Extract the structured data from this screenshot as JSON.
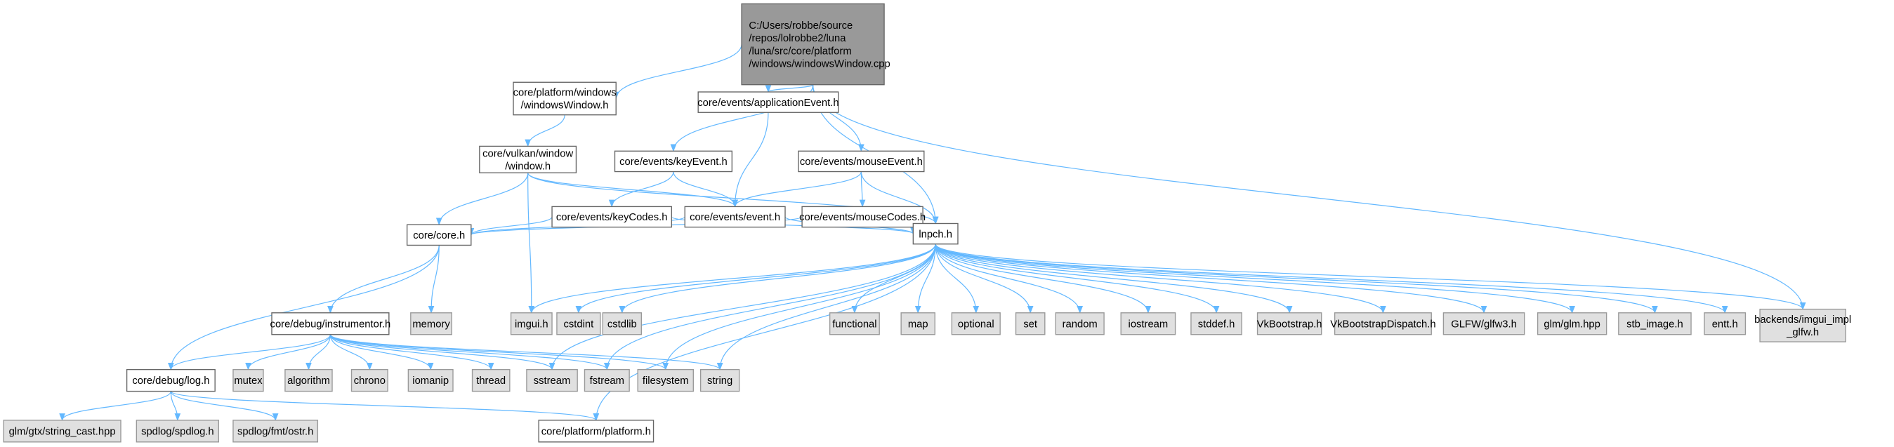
{
  "title": "C:/Users/robbe/source/repos/lolrobbe2/luna/luna/src/core/platform/windows/windowsWindow.cpp",
  "colors": {
    "edge": "#63b8ff",
    "root_fill": "#999999",
    "system_fill": "#e0e0e0",
    "project_fill": "#ffffff"
  },
  "nodes": [
    {
      "id": "root",
      "kind": "root",
      "lines": [
        "C:/Users/robbe/source",
        "/repos/lolrobbe2/luna",
        "/luna/src/core/platform",
        "/windows/windowsWindow.cpp"
      ]
    },
    {
      "id": "winh",
      "kind": "project",
      "lines": [
        "core/platform/windows",
        "/windowsWindow.h"
      ]
    },
    {
      "id": "appev",
      "kind": "project",
      "lines": [
        "core/events/applicationEvent.h"
      ]
    },
    {
      "id": "window",
      "kind": "project",
      "lines": [
        "core/vulkan/window",
        "/window.h"
      ]
    },
    {
      "id": "keyev",
      "kind": "project",
      "lines": [
        "core/events/keyEvent.h"
      ]
    },
    {
      "id": "mouseev",
      "kind": "project",
      "lines": [
        "core/events/mouseEvent.h"
      ]
    },
    {
      "id": "keycodes",
      "kind": "project",
      "lines": [
        "core/events/keyCodes.h"
      ]
    },
    {
      "id": "event",
      "kind": "project",
      "lines": [
        "core/events/event.h"
      ]
    },
    {
      "id": "mousecodes",
      "kind": "project",
      "lines": [
        "core/events/mouseCodes.h"
      ]
    },
    {
      "id": "core",
      "kind": "project",
      "lines": [
        "core/core.h"
      ]
    },
    {
      "id": "lnpch",
      "kind": "project",
      "lines": [
        "lnpch.h"
      ]
    },
    {
      "id": "instr",
      "kind": "project",
      "lines": [
        "core/debug/instrumentor.h"
      ]
    },
    {
      "id": "memory",
      "kind": "system",
      "lines": [
        "memory"
      ]
    },
    {
      "id": "imgui",
      "kind": "system",
      "lines": [
        "imgui.h"
      ]
    },
    {
      "id": "cstdint",
      "kind": "system",
      "lines": [
        "cstdint"
      ]
    },
    {
      "id": "cstdlib",
      "kind": "system",
      "lines": [
        "cstdlib"
      ]
    },
    {
      "id": "functional",
      "kind": "system",
      "lines": [
        "functional"
      ]
    },
    {
      "id": "map",
      "kind": "system",
      "lines": [
        "map"
      ]
    },
    {
      "id": "optional",
      "kind": "system",
      "lines": [
        "optional"
      ]
    },
    {
      "id": "set",
      "kind": "system",
      "lines": [
        "set"
      ]
    },
    {
      "id": "random",
      "kind": "system",
      "lines": [
        "random"
      ]
    },
    {
      "id": "iostream",
      "kind": "system",
      "lines": [
        "iostream"
      ]
    },
    {
      "id": "stddef",
      "kind": "system",
      "lines": [
        "stddef.h"
      ]
    },
    {
      "id": "vkb",
      "kind": "system",
      "lines": [
        "VkBootstrap.h"
      ]
    },
    {
      "id": "vkbd",
      "kind": "system",
      "lines": [
        "VkBootstrapDispatch.h"
      ]
    },
    {
      "id": "glfw",
      "kind": "system",
      "lines": [
        "GLFW/glfw3.h"
      ]
    },
    {
      "id": "glm",
      "kind": "system",
      "lines": [
        "glm/glm.hpp"
      ]
    },
    {
      "id": "stb",
      "kind": "system",
      "lines": [
        "stb_image.h"
      ]
    },
    {
      "id": "entt",
      "kind": "system",
      "lines": [
        "entt.h"
      ]
    },
    {
      "id": "backends",
      "kind": "system",
      "lines": [
        "backends/imgui_impl",
        "_glfw.h"
      ]
    },
    {
      "id": "log",
      "kind": "project",
      "lines": [
        "core/debug/log.h"
      ]
    },
    {
      "id": "mutex",
      "kind": "system",
      "lines": [
        "mutex"
      ]
    },
    {
      "id": "algorithm",
      "kind": "system",
      "lines": [
        "algorithm"
      ]
    },
    {
      "id": "chrono",
      "kind": "system",
      "lines": [
        "chrono"
      ]
    },
    {
      "id": "iomanip",
      "kind": "system",
      "lines": [
        "iomanip"
      ]
    },
    {
      "id": "thread",
      "kind": "system",
      "lines": [
        "thread"
      ]
    },
    {
      "id": "sstream",
      "kind": "system",
      "lines": [
        "sstream"
      ]
    },
    {
      "id": "fstream",
      "kind": "system",
      "lines": [
        "fstream"
      ]
    },
    {
      "id": "filesystem",
      "kind": "system",
      "lines": [
        "filesystem"
      ]
    },
    {
      "id": "string",
      "kind": "system",
      "lines": [
        "string"
      ]
    },
    {
      "id": "gtx",
      "kind": "system",
      "lines": [
        "glm/gtx/string_cast.hpp"
      ]
    },
    {
      "id": "spdlog",
      "kind": "system",
      "lines": [
        "spdlog/spdlog.h"
      ]
    },
    {
      "id": "ostr",
      "kind": "system",
      "lines": [
        "spdlog/fmt/ostr.h"
      ]
    },
    {
      "id": "platform",
      "kind": "project",
      "lines": [
        "core/platform/platform.h"
      ]
    }
  ],
  "edges": [
    [
      "root",
      "winh"
    ],
    [
      "root",
      "keyev"
    ],
    [
      "root",
      "appev"
    ],
    [
      "root",
      "mouseev"
    ],
    [
      "root",
      "lnpch"
    ],
    [
      "root",
      "backends"
    ],
    [
      "winh",
      "window"
    ],
    [
      "window",
      "core"
    ],
    [
      "window",
      "imgui"
    ],
    [
      "window",
      "event"
    ],
    [
      "window",
      "lnpch"
    ],
    [
      "appev",
      "event"
    ],
    [
      "keyev",
      "keycodes"
    ],
    [
      "keyev",
      "event"
    ],
    [
      "mouseev",
      "event"
    ],
    [
      "mouseev",
      "mousecodes"
    ],
    [
      "mouseev",
      "lnpch"
    ],
    [
      "keycodes",
      "core"
    ],
    [
      "keycodes",
      "lnpch"
    ],
    [
      "event",
      "core"
    ],
    [
      "event",
      "lnpch"
    ],
    [
      "mousecodes",
      "core"
    ],
    [
      "mousecodes",
      "lnpch"
    ],
    [
      "core",
      "instr"
    ],
    [
      "core",
      "memory"
    ],
    [
      "core",
      "log"
    ],
    [
      "instr",
      "log"
    ],
    [
      "instr",
      "mutex"
    ],
    [
      "instr",
      "algorithm"
    ],
    [
      "instr",
      "chrono"
    ],
    [
      "instr",
      "iomanip"
    ],
    [
      "instr",
      "thread"
    ],
    [
      "instr",
      "sstream"
    ],
    [
      "instr",
      "fstream"
    ],
    [
      "instr",
      "filesystem"
    ],
    [
      "instr",
      "string"
    ],
    [
      "lnpch",
      "imgui"
    ],
    [
      "lnpch",
      "cstdint"
    ],
    [
      "lnpch",
      "cstdlib"
    ],
    [
      "lnpch",
      "sstream"
    ],
    [
      "lnpch",
      "fstream"
    ],
    [
      "lnpch",
      "filesystem"
    ],
    [
      "lnpch",
      "string"
    ],
    [
      "lnpch",
      "platform"
    ],
    [
      "lnpch",
      "functional"
    ],
    [
      "lnpch",
      "map"
    ],
    [
      "lnpch",
      "optional"
    ],
    [
      "lnpch",
      "set"
    ],
    [
      "lnpch",
      "random"
    ],
    [
      "lnpch",
      "iostream"
    ],
    [
      "lnpch",
      "stddef"
    ],
    [
      "lnpch",
      "vkb"
    ],
    [
      "lnpch",
      "vkbd"
    ],
    [
      "lnpch",
      "glfw"
    ],
    [
      "lnpch",
      "glm"
    ],
    [
      "lnpch",
      "stb"
    ],
    [
      "lnpch",
      "entt"
    ],
    [
      "lnpch",
      "backends"
    ],
    [
      "log",
      "gtx"
    ],
    [
      "log",
      "spdlog"
    ],
    [
      "log",
      "ostr"
    ],
    [
      "log",
      "platform"
    ]
  ]
}
